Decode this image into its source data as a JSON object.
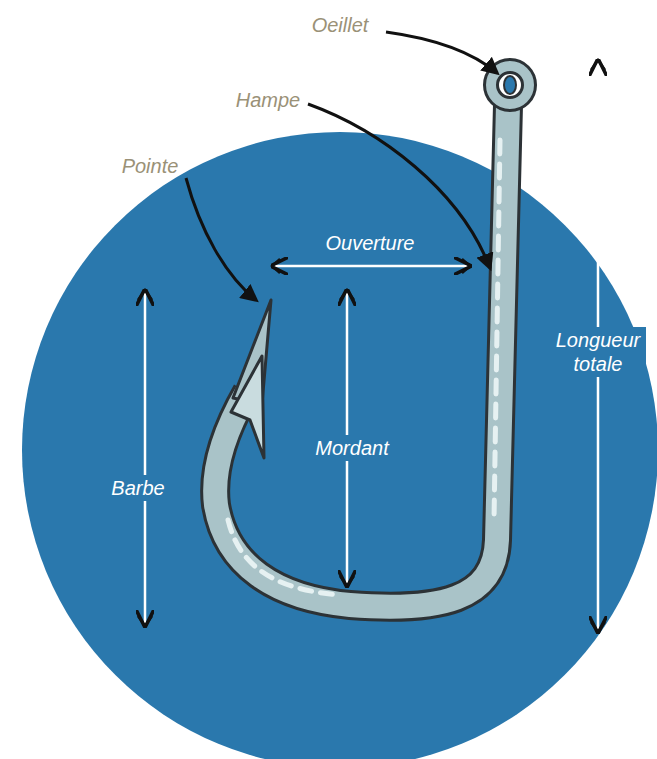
{
  "diagram": {
    "labels": [
      "Oeillet",
      "Hampe",
      "Pointe",
      "Ouverture",
      "Mordant",
      "Barbe",
      "Longueur totale"
    ]
  }
}
